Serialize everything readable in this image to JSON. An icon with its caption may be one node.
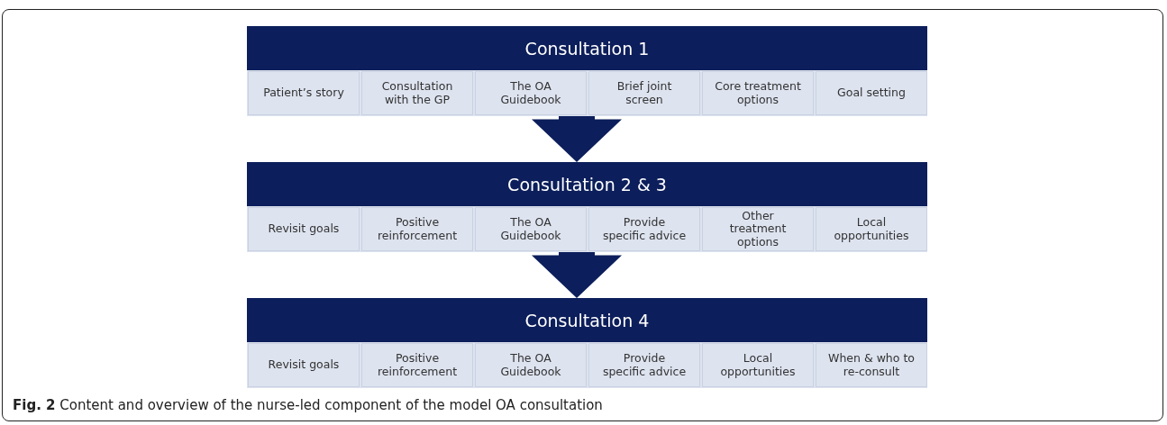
{
  "diagram": {
    "caption": "**Fig. 2** Content and overview of the nurse-led component of the model OA consultation",
    "nodes": [
      {
        "text": [
          "Consultation 1"
        ]
      },
      {
        "text": [
          "Patient’s story"
        ],
        "in": 0
      },
      {
        "text": [
          "Consultation with the GP"
        ],
        "in": 0
      },
      {
        "text": [
          "The OA Guidebook"
        ],
        "in": 0
      },
      {
        "text": [
          "Brief joint screen"
        ],
        "in": 0
      },
      {
        "text": [
          "Core treatment options"
        ],
        "in": 0
      },
      {
        "text": [
          "Goal setting"
        ],
        "in": 0
      },
      {
        "text": [
          "Consultation 2 & 3"
        ]
      },
      {
        "text": [
          "Revisit goals"
        ],
        "in": 7
      },
      {
        "text": [
          "Positive reinforcement"
        ],
        "in": 7
      },
      {
        "text": [
          "The OA Guidebook"
        ],
        "in": 7
      },
      {
        "text": [
          "Provide specific advice"
        ],
        "in": 7
      },
      {
        "text": [
          "Other treatment options"
        ],
        "in": 7
      },
      {
        "text": [
          "Local opportunities"
        ],
        "in": 7
      },
      {
        "text": [
          "Consultation 4"
        ]
      },
      {
        "text": [
          "Revisit goals"
        ],
        "in": 14
      },
      {
        "text": [
          "Positive reinforcement"
        ],
        "in": 14
      },
      {
        "text": [
          "The OA Guidebook"
        ],
        "in": 14
      },
      {
        "text": [
          "Provide specific advice"
        ],
        "in": 14
      },
      {
        "text": [
          "Local opportunities"
        ],
        "in": 14
      },
      {
        "text": [
          "When & who to re-consult"
        ],
        "in": 14
      }
    ],
    "edges": [
      {
        "from": 0,
        "to": 7,
        "arrow": "to",
        "style": "thick"
      },
      {
        "from": 7,
        "to": 14,
        "arrow": "to",
        "style": "thick"
      }
    ]
  }
}
